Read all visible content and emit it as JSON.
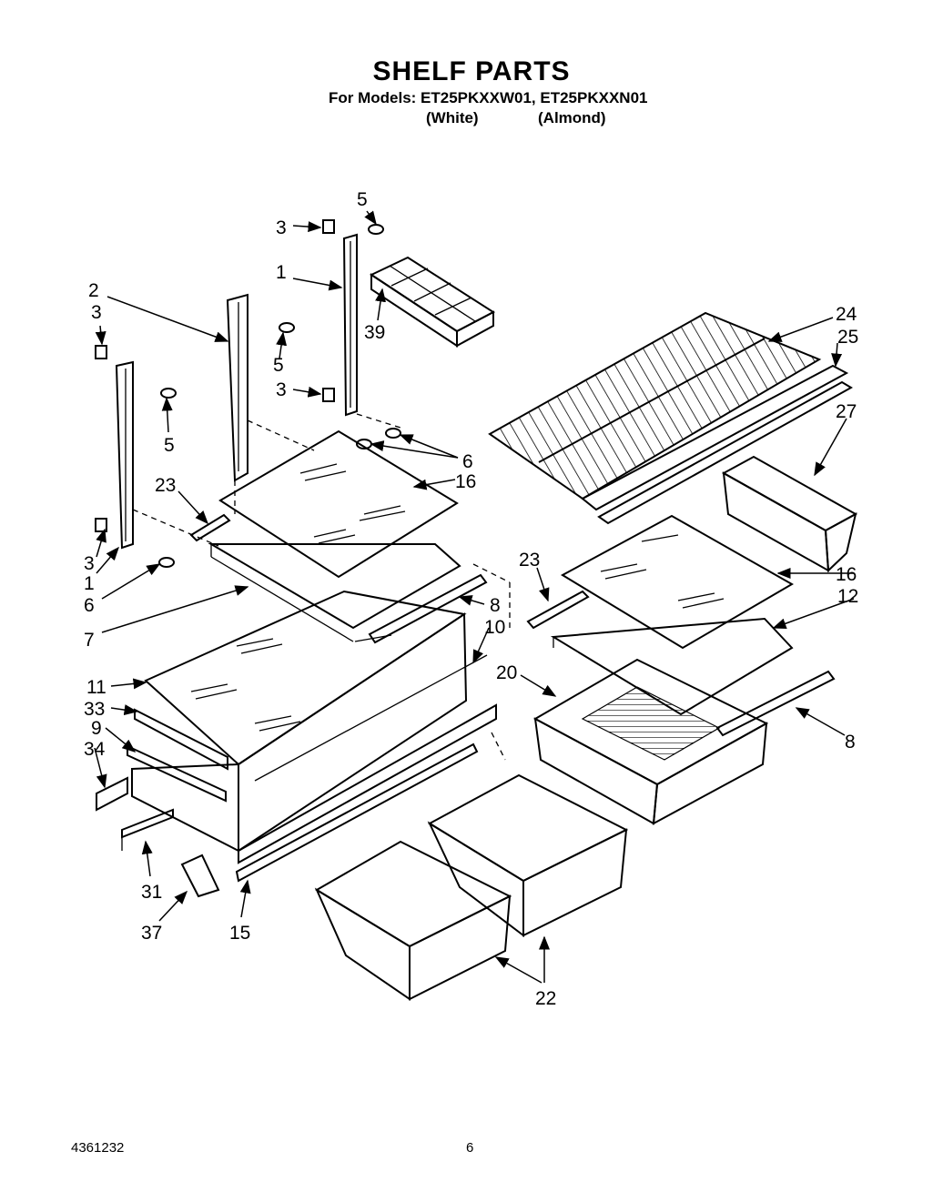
{
  "header": {
    "title": "SHELF PARTS",
    "models_line": "For Models: ET25PKXXW01, ET25PKXXN01",
    "color_1": "(White)",
    "color_2": "(Almond)"
  },
  "footer": {
    "doc_number": "4361232",
    "page_number": "6"
  },
  "callouts": [
    {
      "id": "c-5-top",
      "text": "5"
    },
    {
      "id": "c-3-top",
      "text": "3"
    },
    {
      "id": "c-1-top",
      "text": "1"
    },
    {
      "id": "c-2",
      "text": "2"
    },
    {
      "id": "c-3-left",
      "text": "3"
    },
    {
      "id": "c-39",
      "text": "39"
    },
    {
      "id": "c-5-mid",
      "text": "5"
    },
    {
      "id": "c-3-mid",
      "text": "3"
    },
    {
      "id": "c-5-left",
      "text": "5"
    },
    {
      "id": "c-24",
      "text": "24"
    },
    {
      "id": "c-25",
      "text": "25"
    },
    {
      "id": "c-27",
      "text": "27"
    },
    {
      "id": "c-6-right",
      "text": "6"
    },
    {
      "id": "c-16-left",
      "text": "16"
    },
    {
      "id": "c-23-left",
      "text": "23"
    },
    {
      "id": "c-3-low",
      "text": "3"
    },
    {
      "id": "c-1-low",
      "text": "1"
    },
    {
      "id": "c-6-low",
      "text": "6"
    },
    {
      "id": "c-7",
      "text": "7"
    },
    {
      "id": "c-8-left",
      "text": "8"
    },
    {
      "id": "c-10",
      "text": "10"
    },
    {
      "id": "c-23-right",
      "text": "23"
    },
    {
      "id": "c-16-right",
      "text": "16"
    },
    {
      "id": "c-12",
      "text": "12"
    },
    {
      "id": "c-11",
      "text": "11"
    },
    {
      "id": "c-33",
      "text": "33"
    },
    {
      "id": "c-9",
      "text": "9"
    },
    {
      "id": "c-34",
      "text": "34"
    },
    {
      "id": "c-20",
      "text": "20"
    },
    {
      "id": "c-8-right",
      "text": "8"
    },
    {
      "id": "c-31",
      "text": "31"
    },
    {
      "id": "c-37",
      "text": "37"
    },
    {
      "id": "c-15",
      "text": "15"
    },
    {
      "id": "c-22",
      "text": "22"
    }
  ]
}
